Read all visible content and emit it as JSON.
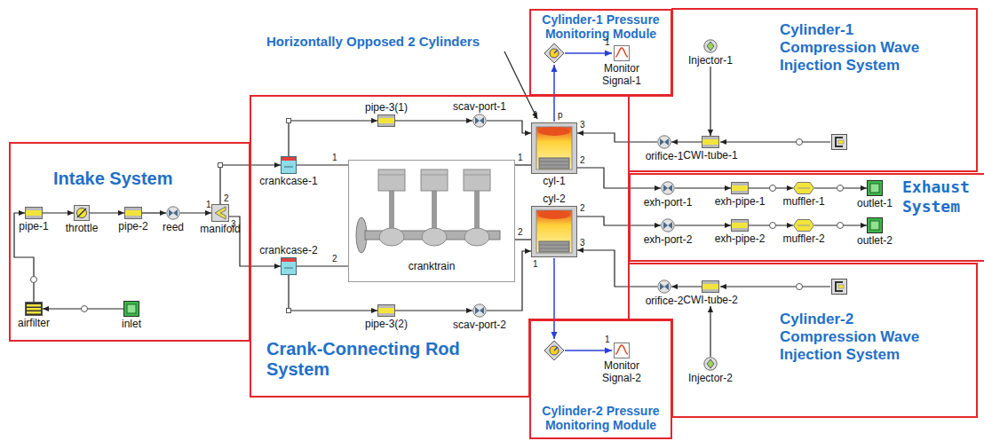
{
  "diagram": {
    "nodes": [
      {
        "text": [
          "Intake System"
        ]
      },
      {
        "text": [
          "pipe-1"
        ],
        "in": 0
      },
      {
        "text": [
          "throttle"
        ],
        "in": 0
      },
      {
        "text": [
          "pipe-2"
        ],
        "in": 0
      },
      {
        "text": [
          "reed"
        ],
        "in": 0
      },
      {
        "text": [
          "manifold"
        ],
        "in": 0
      },
      {
        "text": [
          "airfilter"
        ],
        "in": 0
      },
      {
        "text": [
          "inlet"
        ],
        "in": 0
      },
      {
        "text": [
          "Crank-Connecting Rod System"
        ]
      },
      {
        "text": [
          "crankcase-1"
        ],
        "in": 8
      },
      {
        "text": [
          "pipe-3(1)"
        ],
        "in": 8
      },
      {
        "text": [
          "scav-port-1"
        ],
        "in": 8
      },
      {
        "text": [
          "cranktrain"
        ],
        "in": 8
      },
      {
        "text": [
          "crankcase-2"
        ],
        "in": 8
      },
      {
        "text": [
          "pipe-3(2)"
        ],
        "in": 8
      },
      {
        "text": [
          "scav-port-2"
        ],
        "in": 8
      },
      {
        "text": [
          "cyl-1"
        ],
        "in": 8
      },
      {
        "text": [
          "cyl-2"
        ],
        "in": 8
      },
      {
        "text": [
          "Cylinder-1 Pressure Monitoring Module"
        ]
      },
      {
        "text": [
          "Monitor Signal-1"
        ],
        "in": 18
      },
      {
        "text": [
          "Cylinder-1 Compression Wave Injection System"
        ]
      },
      {
        "text": [
          "Injector-1"
        ],
        "in": 20
      },
      {
        "text": [
          "orifice-1"
        ],
        "in": 20
      },
      {
        "text": [
          "CWI-tube-1"
        ],
        "in": 20
      },
      {
        "text": [
          "Exhaust System"
        ]
      },
      {
        "text": [
          "exh-port-1"
        ],
        "in": 24
      },
      {
        "text": [
          "exh-pipe-1"
        ],
        "in": 24
      },
      {
        "text": [
          "muffler-1"
        ],
        "in": 24
      },
      {
        "text": [
          "outlet-1"
        ],
        "in": 24
      },
      {
        "text": [
          "exh-port-2"
        ],
        "in": 24
      },
      {
        "text": [
          "exh-pipe-2"
        ],
        "in": 24
      },
      {
        "text": [
          "muffler-2"
        ],
        "in": 24
      },
      {
        "text": [
          "outlet-2"
        ],
        "in": 24
      },
      {
        "text": [
          "Cylinder-2 Compression Wave Injection System"
        ]
      },
      {
        "text": [
          "orifice-2"
        ],
        "in": 33
      },
      {
        "text": [
          "CWI-tube-2"
        ],
        "in": 33
      },
      {
        "text": [
          "Injector-2"
        ],
        "in": 33
      },
      {
        "text": [
          "Cylinder-2 Pressure Monitoring Module"
        ]
      },
      {
        "text": [
          "Monitor Signal-2"
        ],
        "in": 37
      }
    ],
    "edges": [
      {
        "from": 7,
        "to": 6,
        "arrow": "to"
      },
      {
        "from": 6,
        "to": 1,
        "arrow": "to"
      },
      {
        "from": 1,
        "to": 2,
        "arrow": "to"
      },
      {
        "from": 2,
        "to": 3,
        "arrow": "to"
      },
      {
        "from": 3,
        "to": 4,
        "arrow": "to"
      },
      {
        "from": 4,
        "to": 5,
        "arrow": "to"
      },
      {
        "from": 5,
        "to": 9,
        "arrow": "to"
      },
      {
        "from": 5,
        "to": 13,
        "arrow": "to"
      },
      {
        "from": 9,
        "to": 10,
        "arrow": "to"
      },
      {
        "from": 10,
        "to": 11,
        "arrow": "to"
      },
      {
        "from": 11,
        "to": 16,
        "arrow": "to"
      },
      {
        "from": 13,
        "to": 14,
        "arrow": "to"
      },
      {
        "from": 14,
        "to": 15,
        "arrow": "to"
      },
      {
        "from": 15,
        "to": 17,
        "arrow": "to"
      },
      {
        "from": 9,
        "to": 12,
        "arrow": "none"
      },
      {
        "from": 13,
        "to": 12,
        "arrow": "none"
      },
      {
        "from": 12,
        "to": 16,
        "arrow": "none"
      },
      {
        "from": 12,
        "to": 17,
        "arrow": "none"
      },
      {
        "from": 16,
        "to": 25,
        "arrow": "to"
      },
      {
        "from": 25,
        "to": 26,
        "arrow": "to"
      },
      {
        "from": 26,
        "to": 27,
        "arrow": "to"
      },
      {
        "from": 27,
        "to": 28,
        "arrow": "to"
      },
      {
        "from": 17,
        "to": 29,
        "arrow": "to"
      },
      {
        "from": 29,
        "to": 30,
        "arrow": "to"
      },
      {
        "from": 30,
        "to": 31,
        "arrow": "to"
      },
      {
        "from": 31,
        "to": 32,
        "arrow": "to"
      },
      {
        "from": 21,
        "to": 23,
        "arrow": "to"
      },
      {
        "from": 23,
        "to": 22,
        "arrow": "to"
      },
      {
        "from": 22,
        "to": 16,
        "arrow": "to"
      },
      {
        "from": 36,
        "to": 35,
        "arrow": "to"
      },
      {
        "from": 35,
        "to": 34,
        "arrow": "to"
      },
      {
        "from": 34,
        "to": 17,
        "arrow": "to"
      }
    ],
    "labels": [
      "Horizontally Opposed 2 Cylinders",
      "1",
      "2",
      "3",
      "1",
      "2",
      "1",
      "2",
      "1",
      "p",
      "3",
      "2",
      "1",
      "2",
      "3",
      "1",
      "1"
    ]
  }
}
